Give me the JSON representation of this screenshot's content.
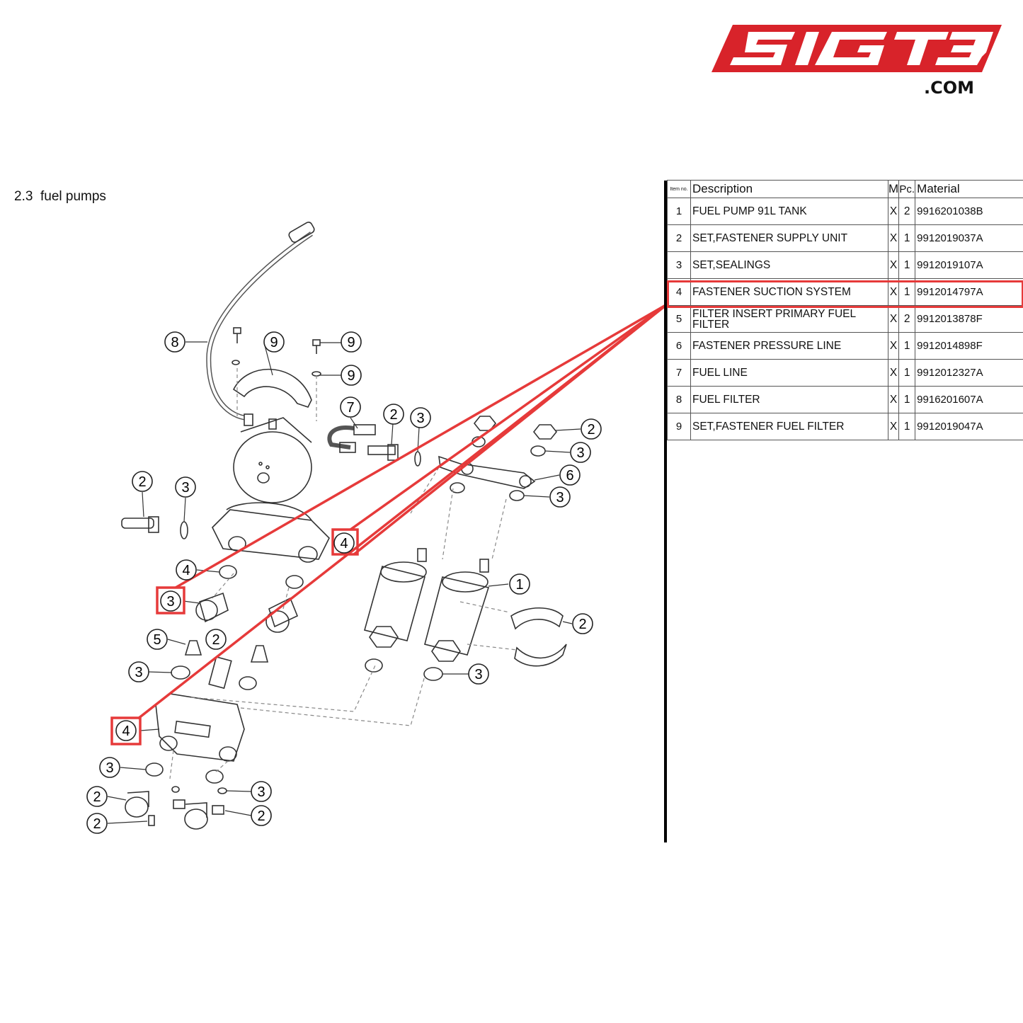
{
  "logo": {
    "text": "SIGT3",
    "suffix": ".COM",
    "color": "#d8232a"
  },
  "section": {
    "number": "2.3",
    "title": "fuel pumps"
  },
  "table": {
    "headers": {
      "item_no": "Item no.",
      "description": "Description",
      "m": "M",
      "pc": "Pc.",
      "material": "Material"
    },
    "rows": [
      {
        "item": "1",
        "description": "FUEL PUMP 91L TANK",
        "m": "X",
        "pc": "2",
        "material": "9916201038B"
      },
      {
        "item": "2",
        "description": "SET,FASTENER SUPPLY UNIT",
        "m": "X",
        "pc": "1",
        "material": "9912019037A"
      },
      {
        "item": "3",
        "description": "SET,SEALINGS",
        "m": "X",
        "pc": "1",
        "material": "9912019107A"
      },
      {
        "item": "4",
        "description": "FASTENER SUCTION SYSTEM",
        "m": "X",
        "pc": "1",
        "material": "9912014797A"
      },
      {
        "item": "5",
        "description": "FILTER INSERT PRIMARY FUEL FILTER",
        "m": "X",
        "pc": "2",
        "material": "9912013878F"
      },
      {
        "item": "6",
        "description": "FASTENER PRESSURE LINE",
        "m": "X",
        "pc": "1",
        "material": "9912014898F"
      },
      {
        "item": "7",
        "description": "FUEL LINE",
        "m": "X",
        "pc": "1",
        "material": "9912012327A"
      },
      {
        "item": "8",
        "description": "FUEL FILTER",
        "m": "X",
        "pc": "1",
        "material": "9916201607A"
      },
      {
        "item": "9",
        "description": "SET,FASTENER FUEL FILTER",
        "m": "X",
        "pc": "1",
        "material": "9912019047A"
      }
    ],
    "highlight_item": "4",
    "highlight_color": "#e63a3a"
  },
  "callouts": [
    "8",
    "9",
    "9",
    "9",
    "7",
    "2",
    "3",
    "2",
    "3",
    "6",
    "3",
    "2",
    "3",
    "4",
    "3",
    "4",
    "1",
    "2",
    "5",
    "2",
    "3",
    "3",
    "4",
    "3",
    "2",
    "3",
    "2",
    "2"
  ]
}
